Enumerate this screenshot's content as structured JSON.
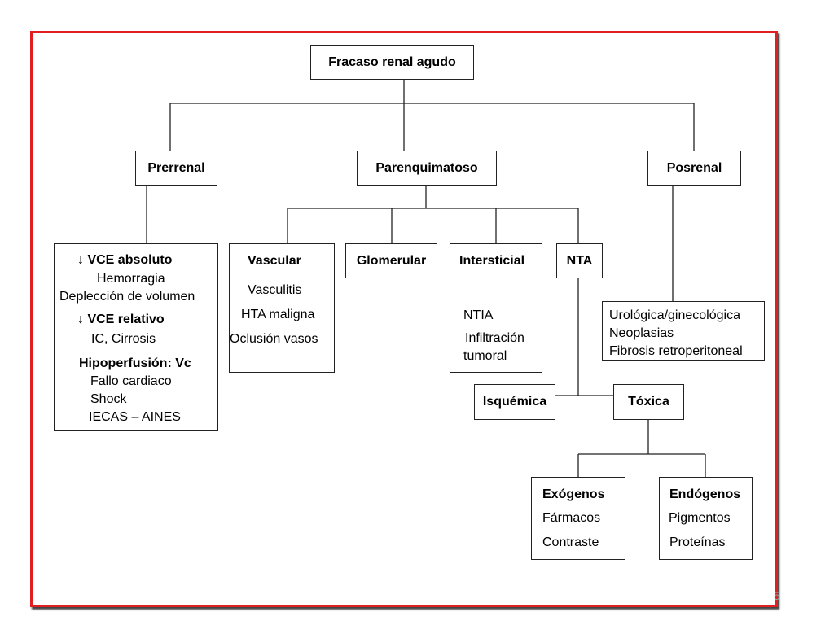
{
  "root": {
    "label": "Fracaso renal agudo"
  },
  "prerrenal": {
    "label": "Prerrenal",
    "detail": {
      "absoluto_heading": "↓ VCE absoluto",
      "hemorragia": "Hemorragia",
      "deplecion": "Deplección de volumen",
      "relativo_heading": "↓ VCE relativo",
      "ic_cirrosis": "IC, Cirrosis",
      "hipoperfusion_heading": "Hipoperfusión: Vc",
      "fallo_cardiaco": "Fallo cardiaco",
      "shock": "Shock",
      "iecas_aines": "IECAS – AINES"
    }
  },
  "parenquimatoso": {
    "label": "Parenquimatoso",
    "vascular": {
      "label": "Vascular",
      "items": [
        "Vasculitis",
        "HTA maligna",
        "Oclusión vasos"
      ]
    },
    "glomerular": {
      "label": "Glomerular"
    },
    "intersticial": {
      "label": "Intersticial",
      "items": [
        "NTIA",
        "Infiltración",
        "tumoral"
      ]
    },
    "nta": {
      "label": "NTA",
      "isquemica": "Isquémica",
      "toxica": {
        "label": "Tóxica",
        "exogenos": {
          "label": "Exógenos",
          "items": [
            "Fármacos",
            "Contraste"
          ]
        },
        "endogenos": {
          "label": "Endógenos",
          "items": [
            "Pigmentos",
            "Proteínas"
          ]
        }
      }
    }
  },
  "posrenal": {
    "label": "Posrenal",
    "items": [
      "Urológica/ginecológica",
      "Neoplasias",
      "Fibrosis retroperitoneal"
    ]
  },
  "slide_number": "5",
  "colors": {
    "frame": "#e02020",
    "line": "#222222"
  }
}
